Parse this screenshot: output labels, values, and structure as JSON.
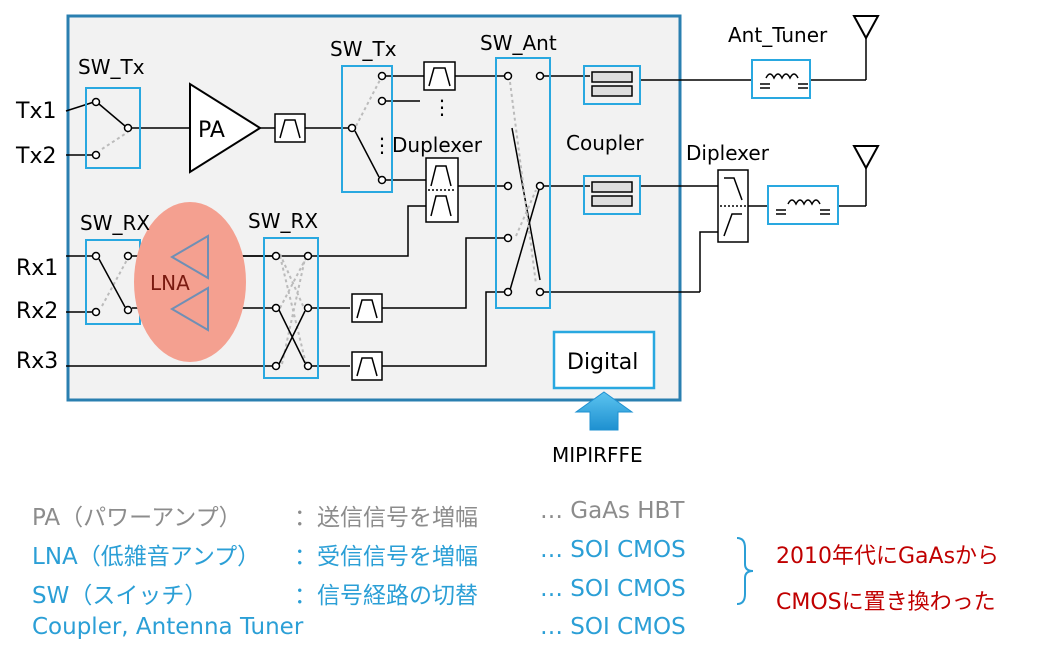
{
  "labels": {
    "sw_tx_1": "SW_Tx",
    "sw_tx_2": "SW_Tx",
    "sw_ant": "SW_Ant",
    "ant_tuner": "Ant_Tuner",
    "pa": "PA",
    "duplexer": "Duplexer",
    "coupler": "Coupler",
    "diplexer": "Diplexer",
    "sw_rx_1": "SW_RX",
    "sw_rx_2": "SW_RX",
    "lna": "LNA",
    "digital": "Digital",
    "mipi": "MIPIRFFE",
    "dots_v": "⋮",
    "dots_v2": "⋮"
  },
  "ports": {
    "tx1": "Tx1",
    "tx2": "Tx2",
    "rx1": "Rx1",
    "rx2": "Rx2",
    "rx3": "Rx3"
  },
  "legend": [
    {
      "name": "PA（パワーアンプ）",
      "desc": "：送信信号を増幅",
      "tech": "…  GaAs HBT",
      "color": "gray"
    },
    {
      "name": "LNA（低雑音アンプ）",
      "desc": "：受信信号を増幅",
      "tech": "…  SOI CMOS",
      "color": "blue"
    },
    {
      "name": "SW（スイッチ）",
      "desc": "：信号経路の切替",
      "tech": "…  SOI CMOS",
      "color": "blue"
    },
    {
      "name": "Coupler, Antenna Tuner",
      "desc": "",
      "tech": "…  SOI CMOS",
      "color": "blue"
    }
  ],
  "note": {
    "line1": "2010年代にGaAsから",
    "line2": "CMOSに置き換わった"
  },
  "colors": {
    "module_border": "#2a7fb0",
    "module_fill": "#f2f2f2",
    "switch_border": "#29a8e0",
    "lna_blob": "#f4a090",
    "lna_tri": "#6f8fb5",
    "arrow": "#29a8e0",
    "note_red": "#c00000"
  }
}
